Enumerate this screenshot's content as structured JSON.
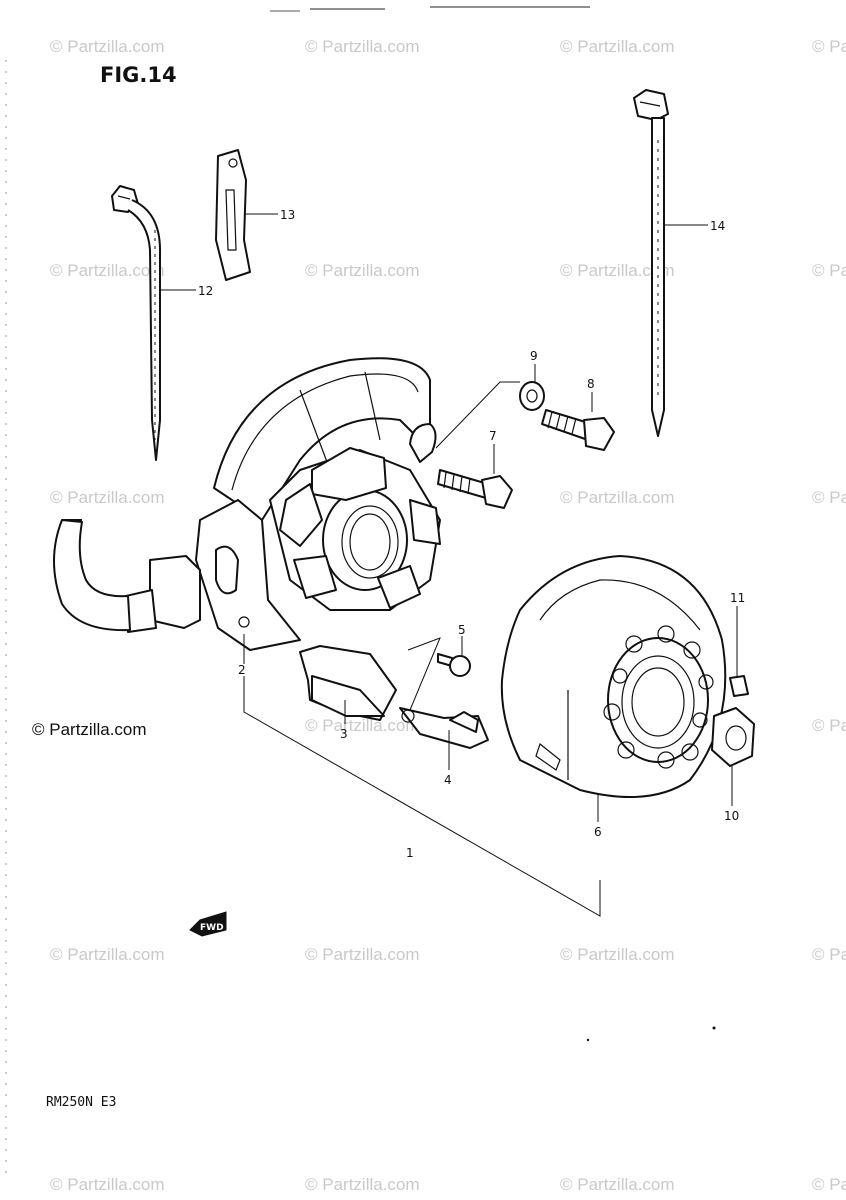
{
  "figure_title": "FIG.14",
  "model_code": "RM250N E3",
  "copyright": "© Partzilla.com",
  "watermark": "© Partzilla.com",
  "fwd_label": "FWD",
  "callouts": [
    "1",
    "2",
    "3",
    "4",
    "5",
    "6",
    "7",
    "8",
    "9",
    "10",
    "11",
    "12",
    "13",
    "14"
  ]
}
